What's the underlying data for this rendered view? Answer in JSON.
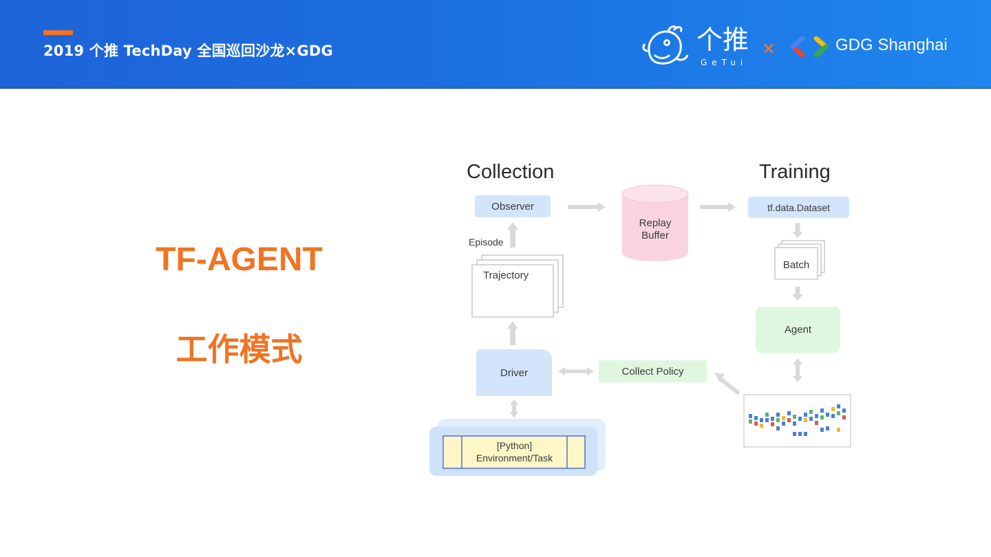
{
  "header": {
    "title": "2019 个推 TechDay 全国巡回沙龙×GDG",
    "getui_logo": "个推",
    "getui_logo_sub": "GeTui",
    "times": "×",
    "gdg_logo": "GDG Shanghai"
  },
  "slide": {
    "title": "TF-AGENT",
    "subtitle": "工作模式"
  },
  "diagram": {
    "collection_heading": "Collection",
    "training_heading": "Training",
    "observer": "Observer",
    "replay_buffer_line1": "Replay",
    "replay_buffer_line2": "Buffer",
    "dataset": "tf.data.Dataset",
    "episode": "Episode",
    "trajectory": "Trajectory",
    "batch": "Batch",
    "agent": "Agent",
    "driver": "Driver",
    "collect_policy": "Collect Policy",
    "environment_line1": "[Python]",
    "environment_line2": "Environment/Task"
  },
  "colors": {
    "accent": "#f07423",
    "header_blue": "#1b6fe0",
    "node_blue": "#d3e5fb",
    "node_green": "#dff7df",
    "buffer_pink": "#f9d3e0",
    "env_yellow": "#fdf7c8"
  }
}
